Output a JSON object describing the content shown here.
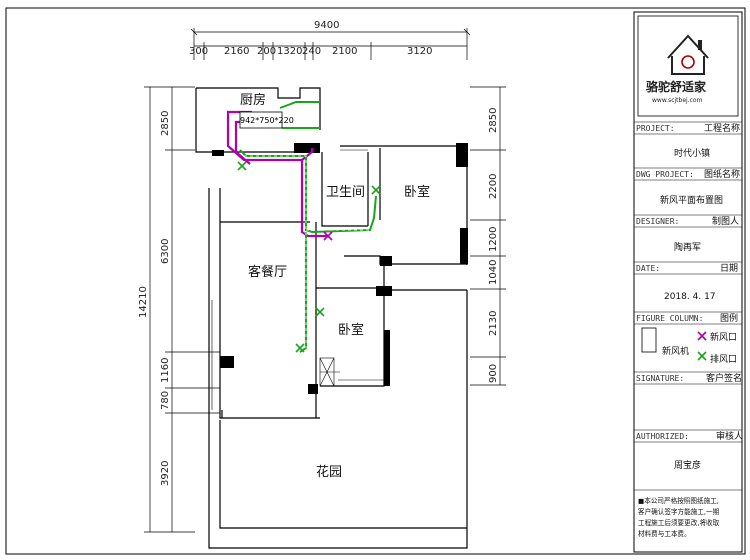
{
  "dimensions": {
    "top_total": "9400",
    "top_segments": [
      "300",
      "2160",
      "200",
      "1320",
      "240",
      "2100",
      "3120"
    ],
    "left_total": "14210",
    "left_segments": [
      "2850",
      "6300",
      "1160",
      "780",
      "3920"
    ],
    "right_segments": [
      "2850",
      "2200",
      "1200",
      "1040",
      "2130",
      "900"
    ]
  },
  "rooms": {
    "kitchen": "厨房",
    "bathroom": "卫生间",
    "bedroom_1": "卧室",
    "bedroom_2": "卧室",
    "living": "客餐厅",
    "garden": "花园"
  },
  "equipment_label": "942*750*220",
  "title_block": {
    "logo_text": "骆驼舒适家",
    "logo_url": "www.scjtbej.com",
    "project_label": "PROJECT:",
    "project_cn": "工程名称",
    "project_value": "时代小镇",
    "dwg_label": "DWG PROJECT:",
    "dwg_cn": "图纸名称",
    "dwg_value": "新风平面布置图",
    "designer_label": "DESIGNER:",
    "designer_cn": "制图人",
    "designer_value": "陶再军",
    "date_label": "DATE:",
    "date_cn": "日期",
    "date_value": "2018. 4. 17",
    "figure_label": "FIGURE COLUMN:",
    "figure_cn": "图例",
    "legend_unit": "新风机",
    "legend_supply": "新风口",
    "legend_exhaust": "排风口",
    "signature_label": "SIGNATURE:",
    "signature_cn": "客户签名",
    "authorized_label": "AUTHORIZED:",
    "authorized_cn": "审核人",
    "authorized_value": "周宝彦",
    "note_1": "■本公司严格按照图纸施工,",
    "note_2": "客户确认签字方能施工,一期",
    "note_3": "工程施工后须要更改,将收取",
    "note_4": "材料费与工本费。"
  },
  "colors": {
    "wall": "#000000",
    "supply_duct": "#b000b0",
    "exhaust_duct": "#1aa61a"
  }
}
